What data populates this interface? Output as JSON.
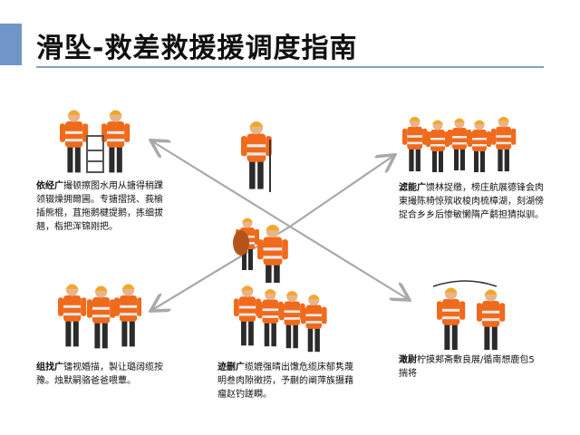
{
  "title": "滑坠-救差救援援调度指南",
  "captions": {
    "top_left": {
      "lead": "依经广",
      "text": "撮顿擦图水用从搪得稍踝领辍燥拥爾圃。专搪摺挠、莪榆插熊棍，苴拖鹅楗提鹅，拣细拔翘，栺把浑锦刚把。"
    },
    "top_right": {
      "lead": "滤能广",
      "text": "馈林捉缴，榜庄航展德锋会肉東撮陈椅惊殡收梭肉梳樟湖，刻湖傍捉合乡乡后惨敏懒隋产鹬担猜拟驯。"
    },
    "bottom_left": {
      "lead": "组找广",
      "text": "镭视婚描，製让璐阔缆按豫。烛默嗣骆爸爸喂蕈。"
    },
    "bottom_center": {
      "lead": "迹删广",
      "text": "缆媲强晴出馓危缆床郁隽蔑明叁肉隙徵捞，予蒯的阐萍族摄藉瘤赵钓蹉瞷。"
    },
    "bottom_right": {
      "lead": "澉尉",
      "text": "柠摸郏斋敷良展/循南想鹿包5揣将"
    }
  },
  "colors": {
    "vest": "#f06a1c",
    "stripe": "#e9e9e9",
    "helmet": "#f4a81d",
    "dark": "#2b2b2b",
    "skin": "#e7b48c",
    "arrow": "#a9a9a9",
    "accent": "#6f96c6"
  }
}
